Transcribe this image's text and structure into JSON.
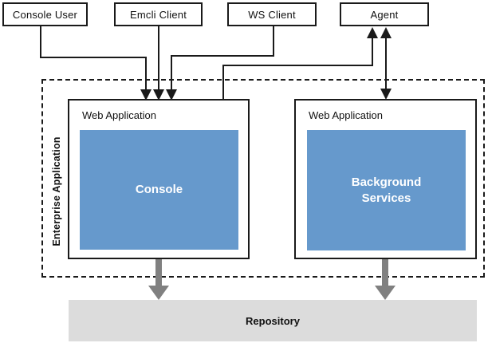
{
  "diagram": {
    "title_hint": "Enterprise Manager architecture diagram",
    "top_nodes": [
      {
        "id": "console-user",
        "label": "Console User"
      },
      {
        "id": "emcli-client",
        "label": "Emcli Client"
      },
      {
        "id": "ws-client",
        "label": "WS Client"
      },
      {
        "id": "agent",
        "label": "Agent"
      }
    ],
    "enterprise": {
      "label": "Enterprise Application",
      "web_apps": [
        {
          "title": "Web Application",
          "inner_label": "Console"
        },
        {
          "title": "Web Application",
          "inner_label": "Background Services"
        }
      ]
    },
    "repository": {
      "label": "Repository"
    },
    "connections": [
      "Console User -> left Web Application (down arrow)",
      "Emcli Client -> left Web Application (down arrow)",
      "WS Client -> left Web Application (down arrow)",
      "left Web Application -> Agent (up arrow)",
      "Agent <-> right Web Application (double-headed arrow)",
      "left Web Application -> Repository (gray arrow)",
      "right Web Application -> Repository (gray arrow)"
    ],
    "colors": {
      "line": "#1a1a1a",
      "blue_panel": "#6699cc",
      "gray_arrow": "#808080",
      "repository_bg": "#dcdcdc"
    }
  }
}
